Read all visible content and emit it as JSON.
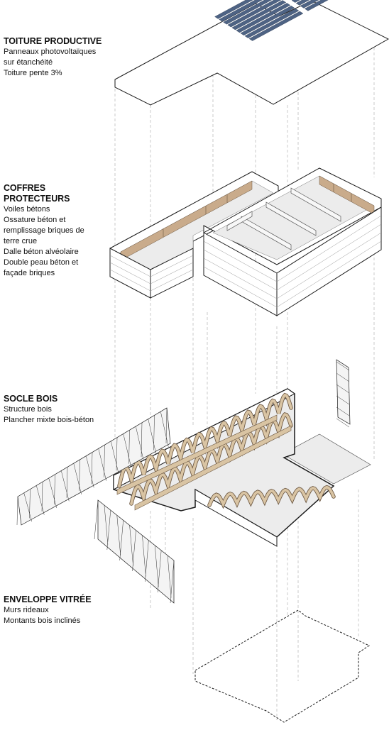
{
  "layers": [
    {
      "title": "TOITURE PRODUCTIVE",
      "lines": [
        "Panneaux photovoltaïques",
        "sur étanchéité",
        "Toiture pente 3%"
      ]
    },
    {
      "title": "COFFRES PROTECTEURS",
      "lines": [
        "Voiles bétons",
        "Ossature béton et",
        "remplissage briques de",
        "terre crue",
        "Dalle béton alvéolaire",
        "Double peau béton et",
        "façade briques"
      ]
    },
    {
      "title": "SOCLE BOIS",
      "lines": [
        "Structure bois",
        "Plancher mixte bois-béton"
      ]
    },
    {
      "title": "ENVELOPPE VITRÉE",
      "lines": [
        "Murs rideaux",
        "Montants bois inclinés"
      ]
    }
  ],
  "colors": {
    "line": "#1a1a1a",
    "guide": "#b5b5b5",
    "solar_panel": "#4e6384",
    "solar_gap": "#e6ecf2",
    "floor": "#ececec",
    "brick": "#c9ab8b",
    "wood": "#d9c4a3",
    "glazing": "#f4f4f4"
  }
}
